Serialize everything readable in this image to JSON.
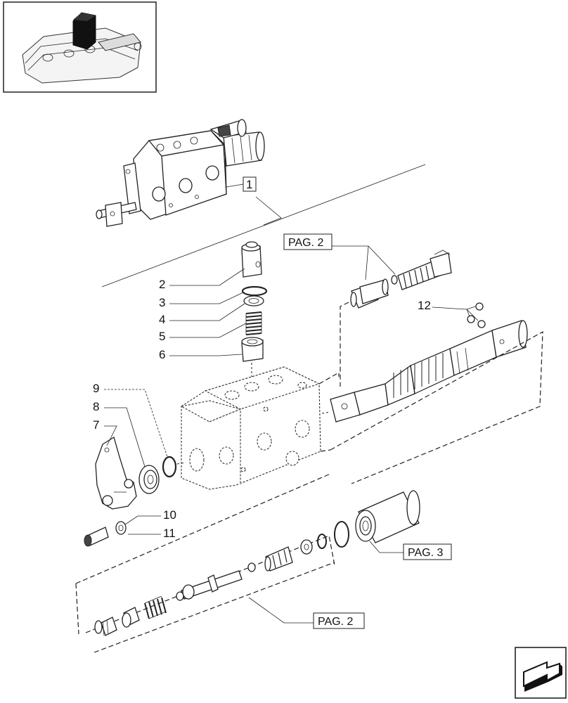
{
  "labels": {
    "item1": "1",
    "item2": "2",
    "item3": "3",
    "item4": "4",
    "item5": "5",
    "item6": "6",
    "item7": "7",
    "item8": "8",
    "item9": "9",
    "item10": "10",
    "item11": "11",
    "item12": "12"
  },
  "page_refs": {
    "top": "PAG. 2",
    "right": "PAG. 3",
    "bottom": "PAG. 2"
  },
  "icons": {
    "thumbnail": "tractor-hydraulic-lift-thumbnail",
    "next": "next-page-arrow-icon"
  }
}
